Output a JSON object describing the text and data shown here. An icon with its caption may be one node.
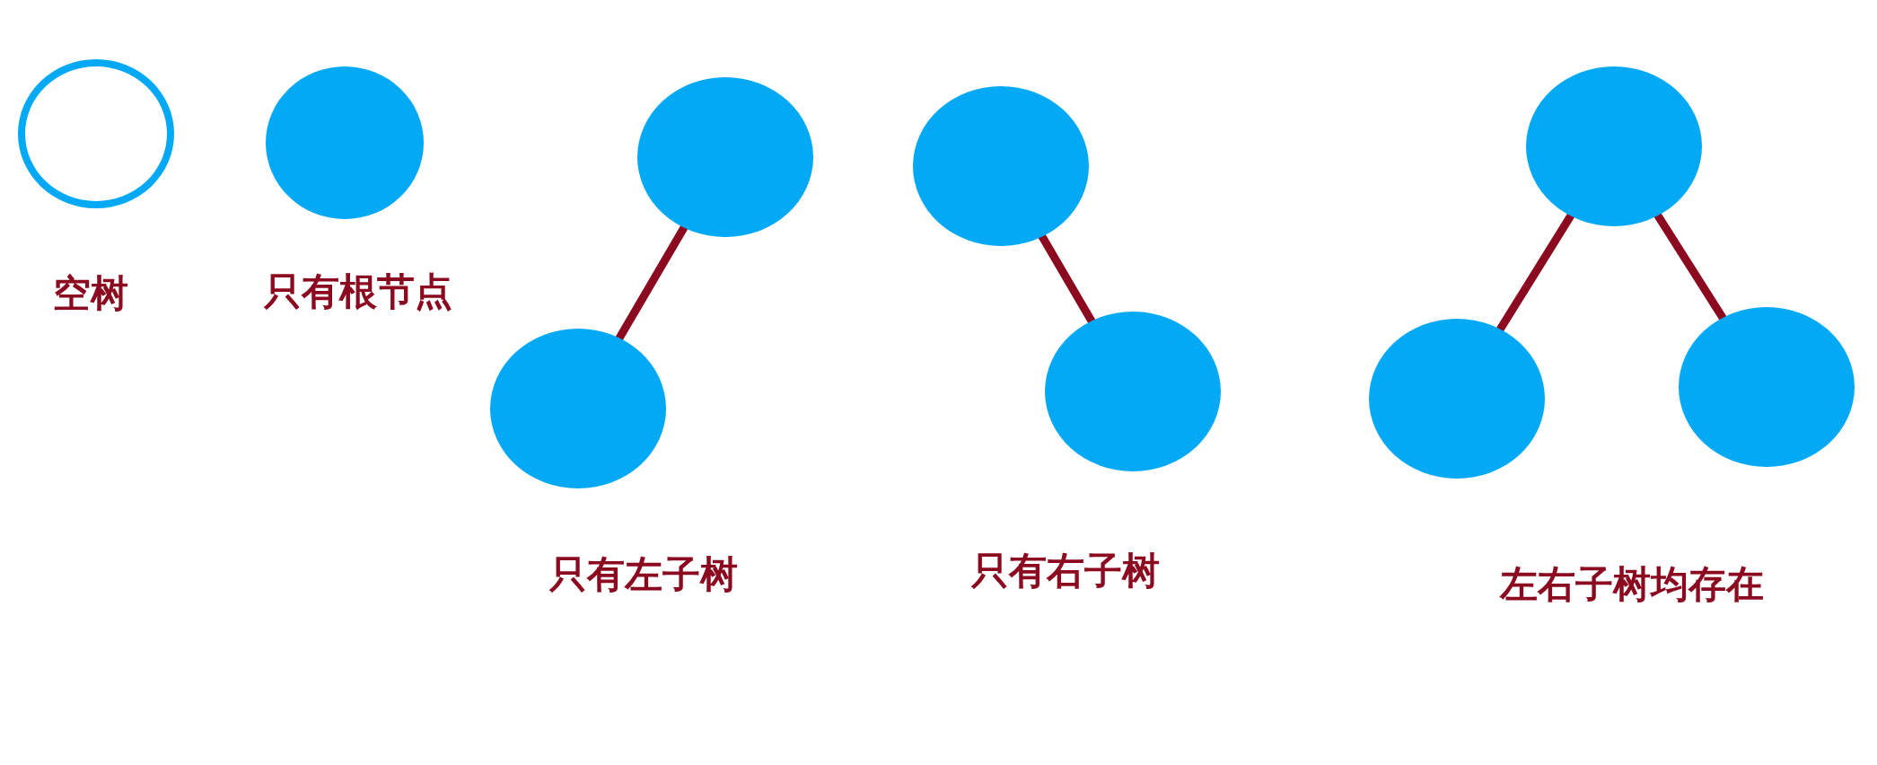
{
  "diagram": {
    "nodes": [
      {
        "text": [],
        "shape": "circle"
      },
      {
        "text": [],
        "shape": "circle"
      },
      {
        "text": [],
        "shape": "circle"
      },
      {
        "text": [],
        "shape": "circle"
      },
      {
        "text": [],
        "shape": "circle"
      },
      {
        "text": [],
        "shape": "circle"
      },
      {
        "text": [],
        "shape": "circle"
      },
      {
        "text": [],
        "shape": "circle"
      },
      {
        "text": [],
        "shape": "circle"
      }
    ],
    "edges": [
      {
        "from": 3,
        "to": 2,
        "arrow": "none"
      },
      {
        "from": 4,
        "to": 5,
        "arrow": "none"
      },
      {
        "from": 7,
        "to": 6,
        "arrow": "none"
      },
      {
        "from": 7,
        "to": 8,
        "arrow": "none"
      }
    ],
    "labels": [
      "空树",
      "只有根节点",
      "只有左子树",
      "只有右子树",
      "左右子树均存在"
    ]
  }
}
